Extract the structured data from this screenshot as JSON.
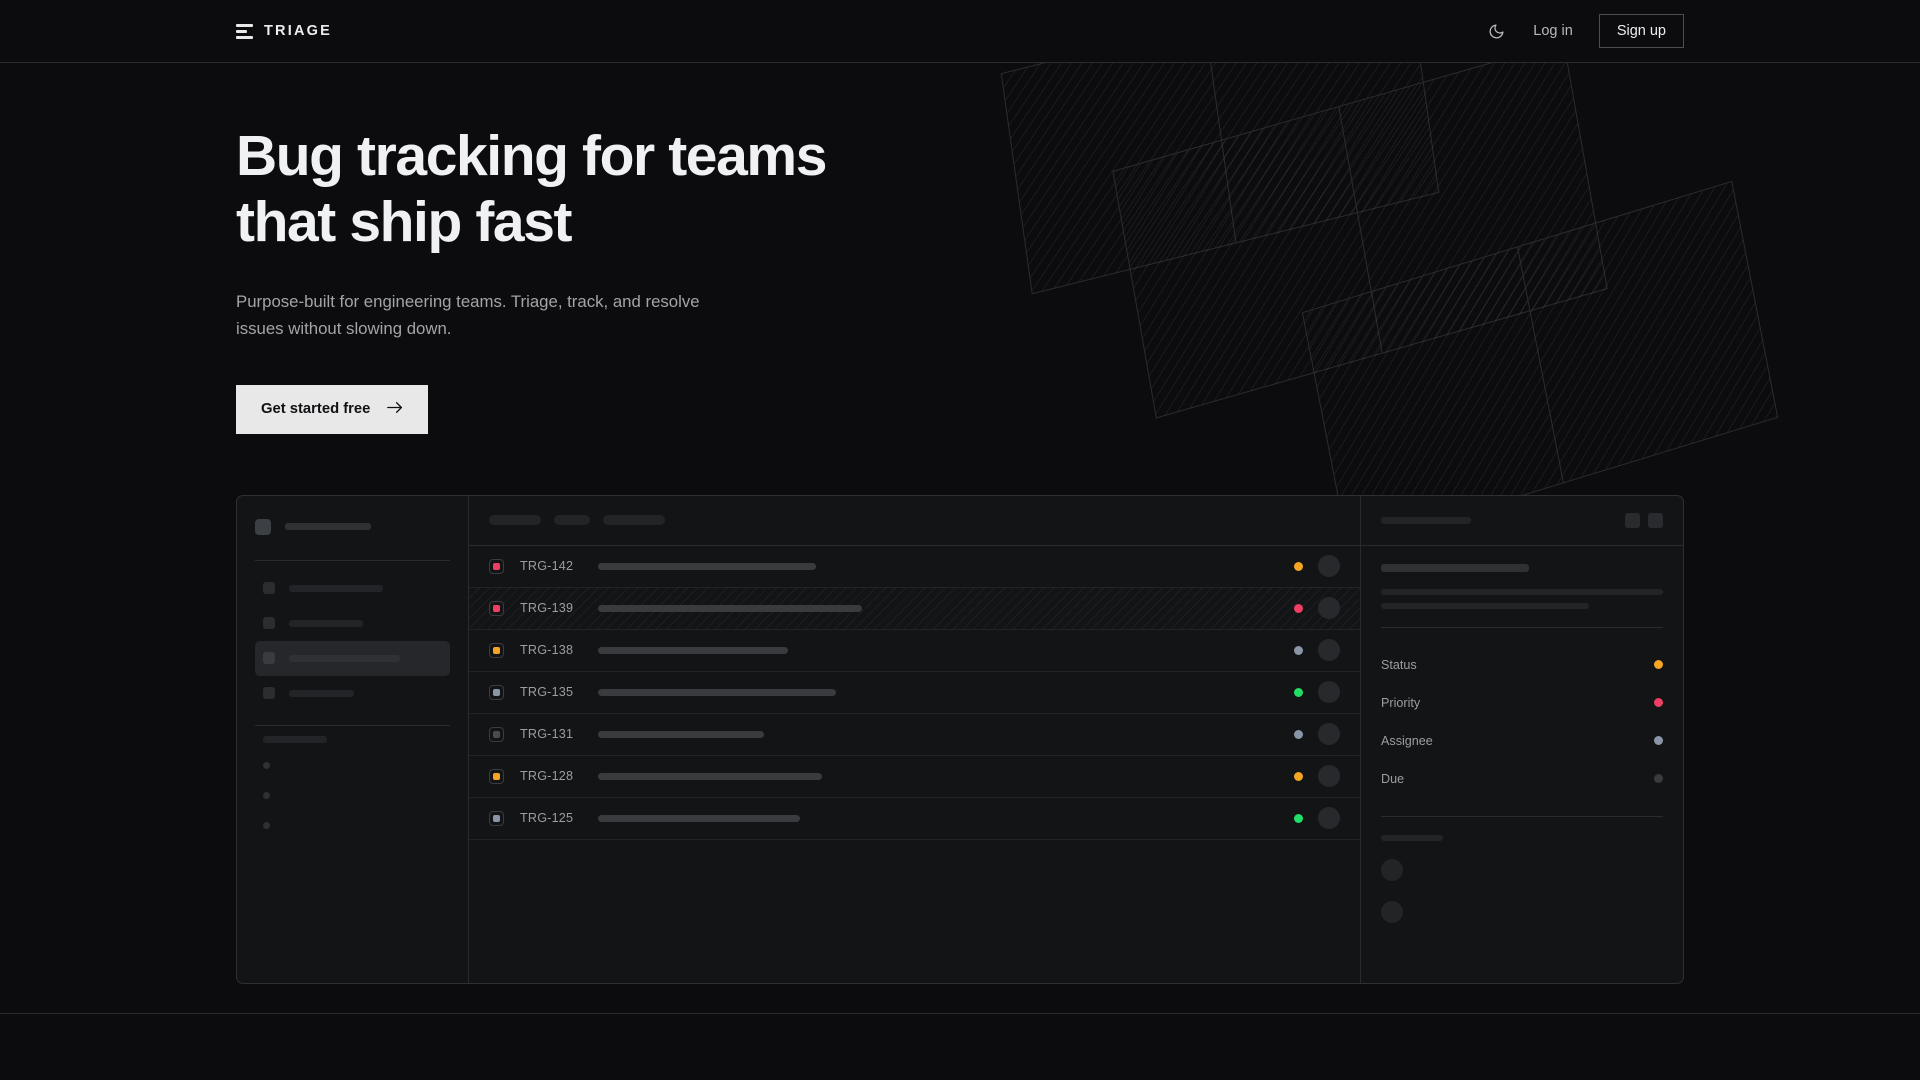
{
  "brand": {
    "name": "TRIAGE",
    "mark_icon": "stacked-bars-logo-icon"
  },
  "nav": {
    "theme_toggle_icon": "moon-icon",
    "login_label": "Log in",
    "signup_label": "Sign up"
  },
  "hero": {
    "heading_line1": "Bug tracking for teams",
    "heading_line2": "that ship fast",
    "subtext": "Purpose-built for engineering teams. Triage, track, and resolve issues without slowing down.",
    "cta_label": "Get started free",
    "cta_icon": "arrow-right-icon"
  },
  "colors": {
    "page_bg": "#0c0c0e",
    "panel_bg": "#131416",
    "border": "#2a2b2e",
    "text_primary": "#f0f1f2",
    "text_muted": "#a2a4a7",
    "accent_pink": "#ec3f63",
    "accent_amber": "#f5a524",
    "accent_green": "#22dd66",
    "accent_slate": "#8a96a8",
    "accent_gray": "#3a3b3e",
    "cta_bg": "#e8e8e8"
  },
  "app_mock": {
    "sidebar": {
      "workspace_placeholder_width": 86,
      "nav_items": [
        {
          "name": "nav-item-1",
          "width": 94,
          "active": false
        },
        {
          "name": "nav-item-2",
          "width": 74,
          "active": false
        },
        {
          "name": "nav-item-3",
          "width": 111,
          "active": true
        },
        {
          "name": "nav-item-4",
          "width": 65,
          "active": false
        }
      ],
      "section_label_width": 64,
      "sub_items": 3
    },
    "list": {
      "toolbar_pills": [
        52,
        36,
        62
      ],
      "rows": [
        {
          "id": "TRG-142",
          "priority_color": "#ec3f63",
          "status_color": "#f5a524",
          "title_width": 218,
          "hatched": false
        },
        {
          "id": "TRG-139",
          "priority_color": "#ec3f63",
          "status_color": "#ec3f63",
          "title_width": 264,
          "hatched": true
        },
        {
          "id": "TRG-138",
          "priority_color": "#f5a524",
          "status_color": "#8a96a8",
          "title_width": 190,
          "hatched": false
        },
        {
          "id": "TRG-135",
          "priority_color": "#8a96a8",
          "status_color": "#22dd66",
          "title_width": 238,
          "hatched": false
        },
        {
          "id": "TRG-131",
          "priority_color": "#4a4b4f",
          "status_color": "#8a96a8",
          "title_width": 166,
          "hatched": false
        },
        {
          "id": "TRG-128",
          "priority_color": "#f5a524",
          "status_color": "#f5a524",
          "title_width": 224,
          "hatched": false
        },
        {
          "id": "TRG-125",
          "priority_color": "#8a96a8",
          "status_color": "#22dd66",
          "title_width": 202,
          "hatched": false
        }
      ]
    },
    "detail": {
      "header_placeholder_width": 90,
      "header_buttons": [
        "detail-action-1",
        "detail-action-2"
      ],
      "title_placeholder_width": 148,
      "desc_line_widths": [
        282,
        208
      ],
      "properties": [
        {
          "label": "Status",
          "dot_color": "#f5a524"
        },
        {
          "label": "Priority",
          "dot_color": "#ec3f63"
        },
        {
          "label": "Assignee",
          "dot_color": "#8a96a8"
        },
        {
          "label": "Due",
          "dot_color": "#3a3b3e"
        }
      ],
      "activity_label_width": 62,
      "activity_avatars": 2
    }
  }
}
